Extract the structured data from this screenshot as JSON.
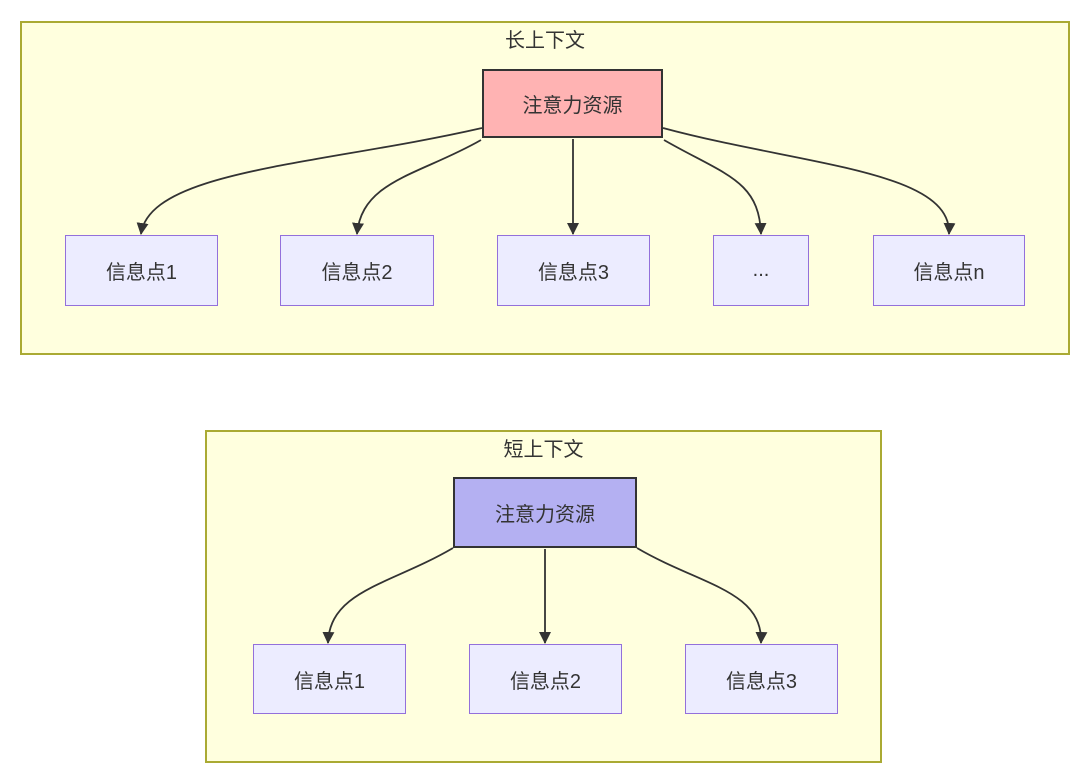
{
  "long_context": {
    "title": "长上下文",
    "source_label": "注意力资源",
    "targets": [
      "信息点1",
      "信息点2",
      "信息点3",
      "...",
      "信息点n"
    ]
  },
  "short_context": {
    "title": "短上下文",
    "source_label": "注意力资源",
    "targets": [
      "信息点1",
      "信息点2",
      "信息点3"
    ]
  },
  "colors": {
    "group_fill": "#ffffde",
    "group_border": "#aaaa33",
    "node_fill": "#ececff",
    "node_border": "#9370db",
    "long_source_fill": "#ffb3b3",
    "short_source_fill": "#b4b0f2",
    "source_border": "#333333",
    "arrow": "#333333",
    "text": "#333333"
  }
}
